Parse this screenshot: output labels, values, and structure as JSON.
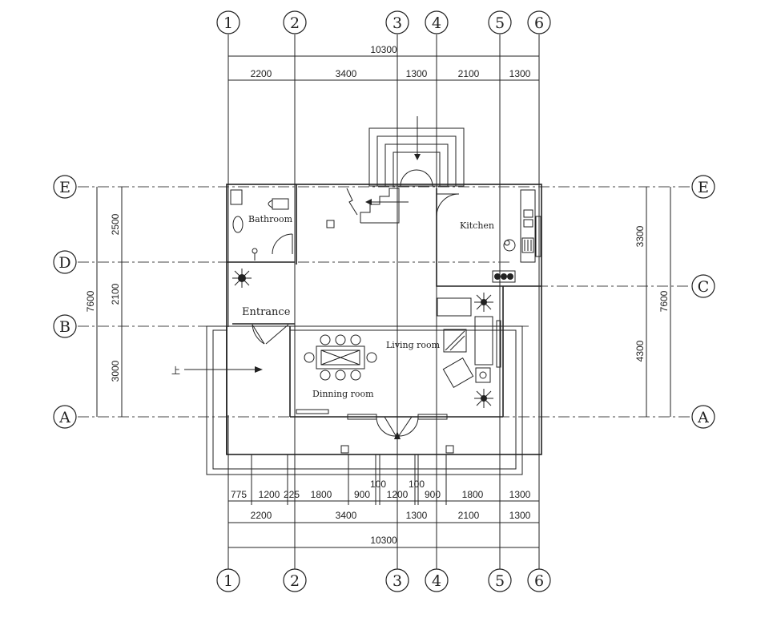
{
  "axes_vertical": [
    "1",
    "2",
    "3",
    "4",
    "5",
    "6"
  ],
  "axes_horizontal_left": [
    "E",
    "D",
    "B",
    "A"
  ],
  "axes_horizontal_right": [
    "E",
    "C",
    "A"
  ],
  "top_dims": {
    "total": "10300",
    "segments": [
      "2200",
      "3400",
      "1300",
      "2100",
      "1300"
    ]
  },
  "bottom_dims": {
    "detail": [
      "775",
      "1200",
      "225",
      "1800",
      "900",
      "100",
      "1200",
      "100",
      "900",
      "1800",
      "1300"
    ],
    "segments": [
      "2200",
      "3400",
      "1300",
      "2100",
      "1300"
    ],
    "total": "10300"
  },
  "left_dims": {
    "segments": [
      "2500",
      "2100",
      "3000"
    ],
    "total": "7600"
  },
  "right_dims": {
    "segments": [
      "3300",
      "4300"
    ],
    "total": "7600"
  },
  "rooms": {
    "bathroom": "Bathroom",
    "kitchen": "Kitchen",
    "entrance": "Entrance",
    "living": "Living room",
    "dining": "Dinning room"
  },
  "stair_mark": "上"
}
